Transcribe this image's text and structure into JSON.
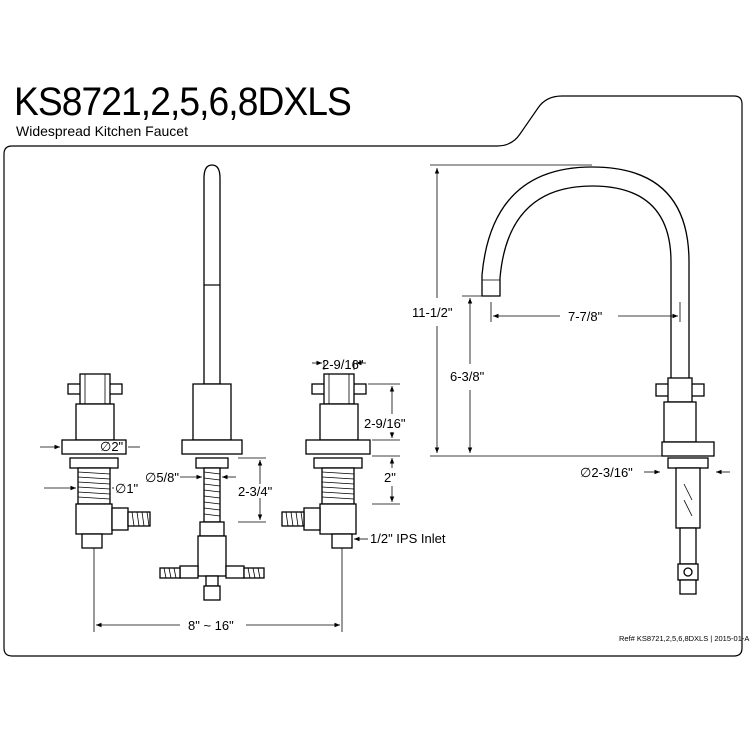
{
  "header": {
    "title": "KS8721,2,5,6,8DXLS",
    "subtitle": "Widespread Kitchen Faucet"
  },
  "dimensions": {
    "handle_base_dia": "∅2\"",
    "shank_dia": "∅1\"",
    "spout_shank_dia": "∅5/8\"",
    "shank_length": "2-3/4\"",
    "handle_width": "2-9/16\"",
    "handle_height": "2-9/16\"",
    "handle_shank": "2\"",
    "inlet": "1/2\" IPS Inlet",
    "spread": "8\" ~ 16\"",
    "overall_height": "11-1/2\"",
    "spout_reach": "7-7/8\"",
    "spout_clearance": "6-3/8\"",
    "base_dia": "∅2-3/16\""
  },
  "footer": {
    "ref": "Ref# KS8721,2,5,6,8DXLS | 2015-01-A"
  }
}
